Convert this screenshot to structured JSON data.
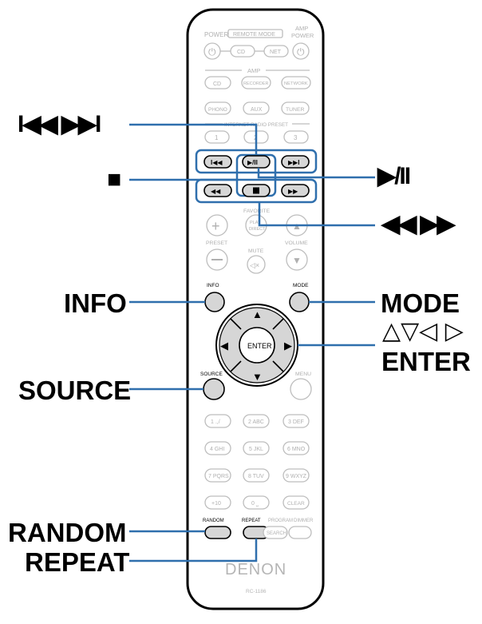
{
  "callouts": {
    "skip": "I◀◀ ▶▶I",
    "stop": "■",
    "play_pause": "▶/II",
    "search": "◀◀ ▶▶",
    "info": "INFO",
    "mode": "MODE",
    "cursor": "△▽◁ ▷",
    "enter": "ENTER",
    "source": "SOURCE",
    "random": "RANDOM",
    "repeat": "REPEAT"
  },
  "remote": {
    "power": "POWER",
    "remote_mode": "REMOTE MODE",
    "amp_power": "AMP POWER",
    "cd_small": "CD",
    "net_small": "NET",
    "amp": "AMP",
    "cd": "CD",
    "recorder": "RECORDER",
    "network": "NETWORK",
    "phono": "PHONO",
    "aux": "AUX",
    "tuner": "TUNER",
    "internet_radio_preset": "INTERNET RADIO PRESET",
    "preset1": "1",
    "preset2": "2",
    "preset3": "3",
    "favorite": "FAVORITE",
    "fav_btn": "PLAY DIRECT",
    "preset": "PRESET",
    "mute": "MUTE",
    "volume": "VOLUME",
    "info": "INFO",
    "mode": "MODE",
    "enter": "ENTER",
    "source": "SOURCE",
    "menu": "MENU",
    "num_keys": [
      "1 .,/",
      "2 ABC",
      "3 DEF",
      "4 GHI",
      "5 JKL",
      "6 MNO",
      "7 PQRS",
      "8 TUV",
      "9 WXYZ",
      "+10",
      "0 ⎵",
      "CLEAR"
    ],
    "random": "RANDOM",
    "repeat": "REPEAT",
    "program": "PROGRAM",
    "dimmer": "DIMMER",
    "search": "SEARCH",
    "brand": "DENON",
    "model": "RC-1186"
  },
  "colors": {
    "accent": "#2f6fad",
    "outline": "#b8b8b8",
    "button_fill": "#d6d6d6",
    "body": "#ffffff",
    "dark": "#000000"
  }
}
